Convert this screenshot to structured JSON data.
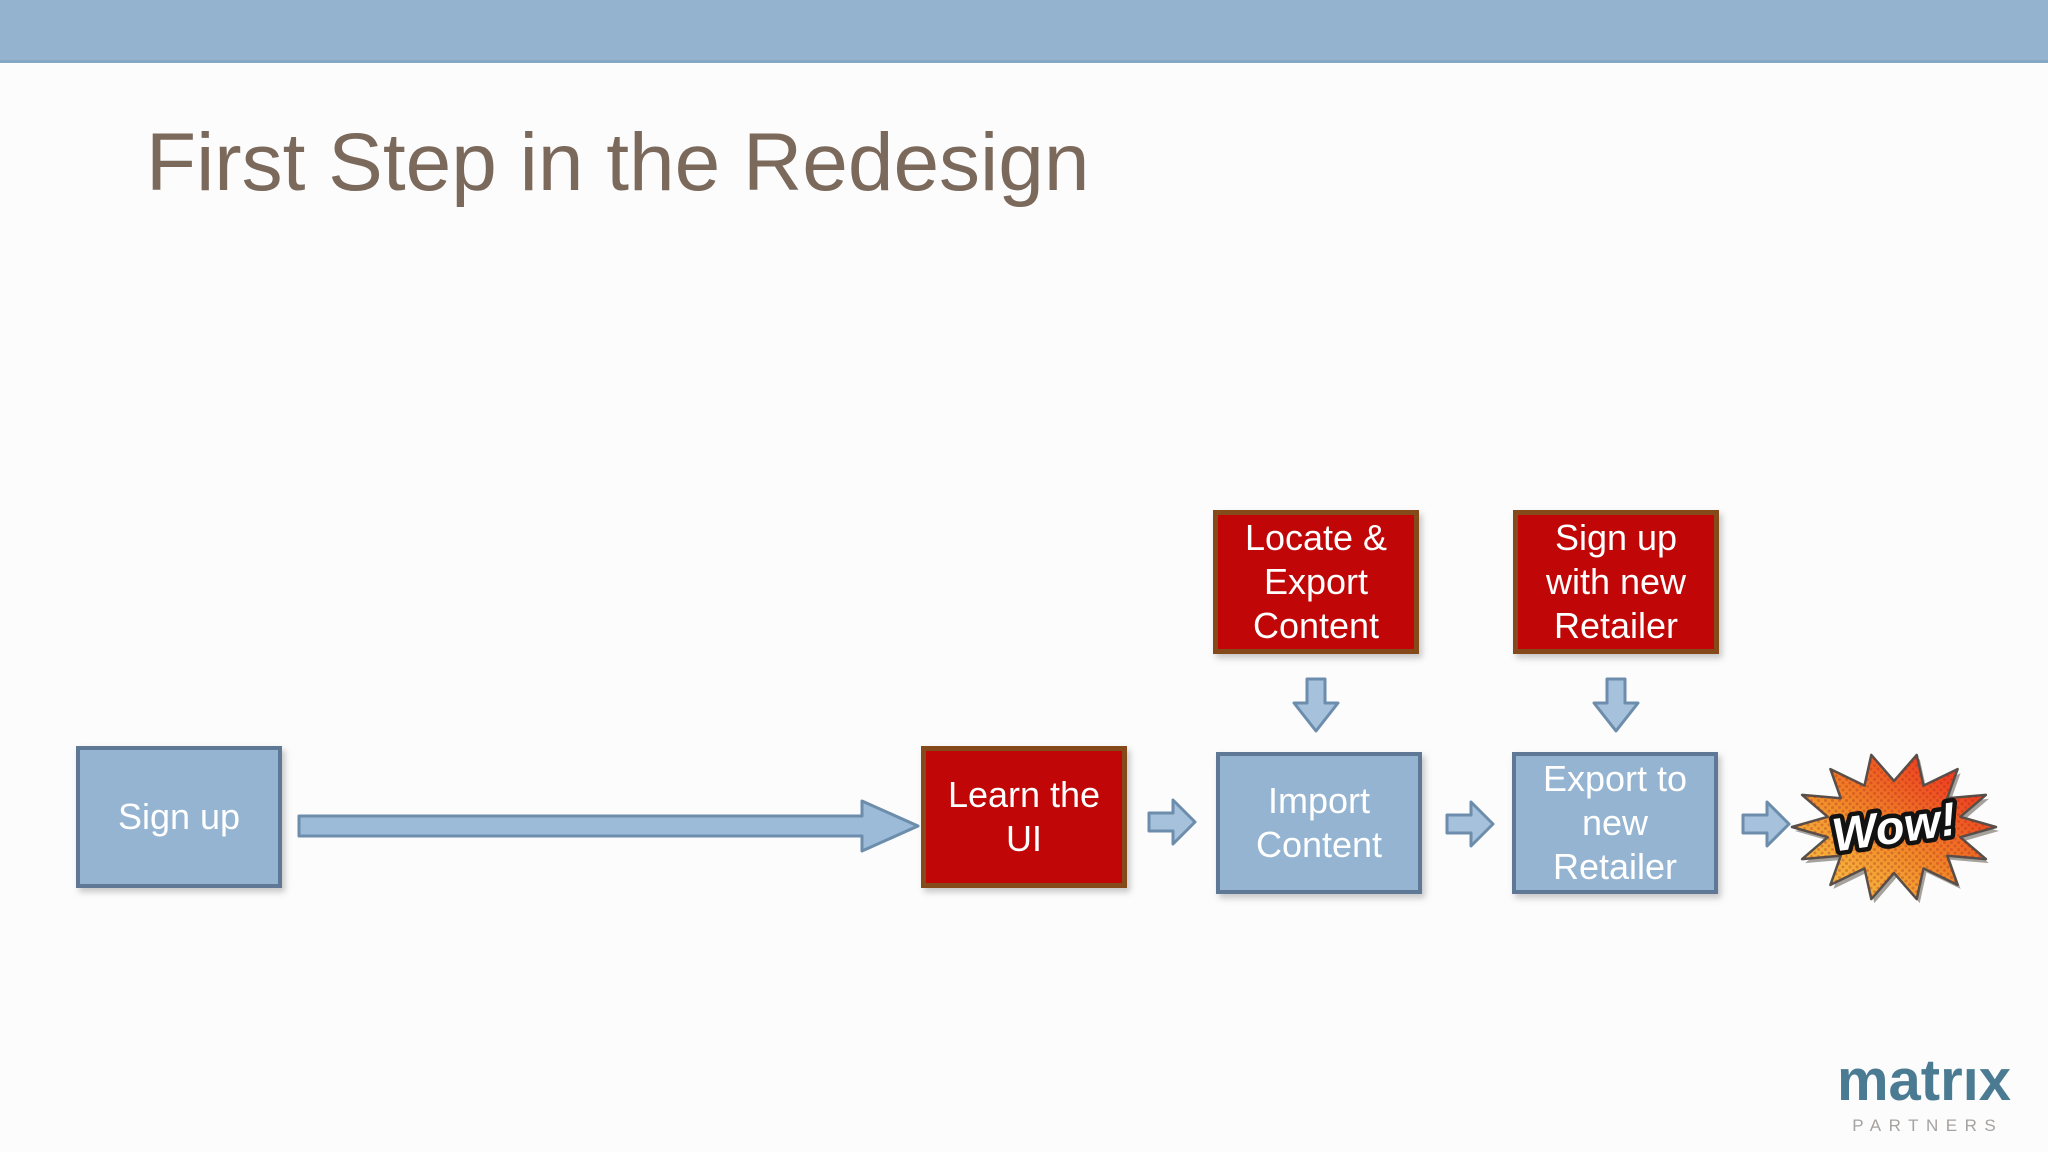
{
  "header": {
    "title": "First Step in the Redesign",
    "title_color": "#7b695c",
    "bar_color": "#93b3ce"
  },
  "flow": {
    "main_steps": [
      {
        "label": "Sign up",
        "style": "blue"
      },
      {
        "label": "Learn the UI",
        "style": "red"
      },
      {
        "label": "Import Content",
        "style": "blue"
      },
      {
        "label": "Export to new Retailer",
        "style": "blue"
      }
    ],
    "callout_steps": [
      {
        "label": "Locate & Export Content",
        "style": "red"
      },
      {
        "label": "Sign up with new Retailer",
        "style": "red"
      }
    ],
    "result_label": "Wow!",
    "colors": {
      "blue_fill": "#94b4d1",
      "blue_border": "#5e7896",
      "red_fill": "#c00606",
      "red_border": "#854a1a",
      "arrow_fill": "#9cbbd8",
      "arrow_border": "#6c8dac",
      "wow_gradient": [
        "#f9d34c",
        "#f08a28",
        "#ed1b1b"
      ],
      "wow_outline": "#57504a"
    }
  },
  "logo": {
    "name": "matrıx",
    "subtitle": "PARTNERS",
    "name_color": "#4b7b92",
    "subtitle_color": "#a5a2a0"
  }
}
